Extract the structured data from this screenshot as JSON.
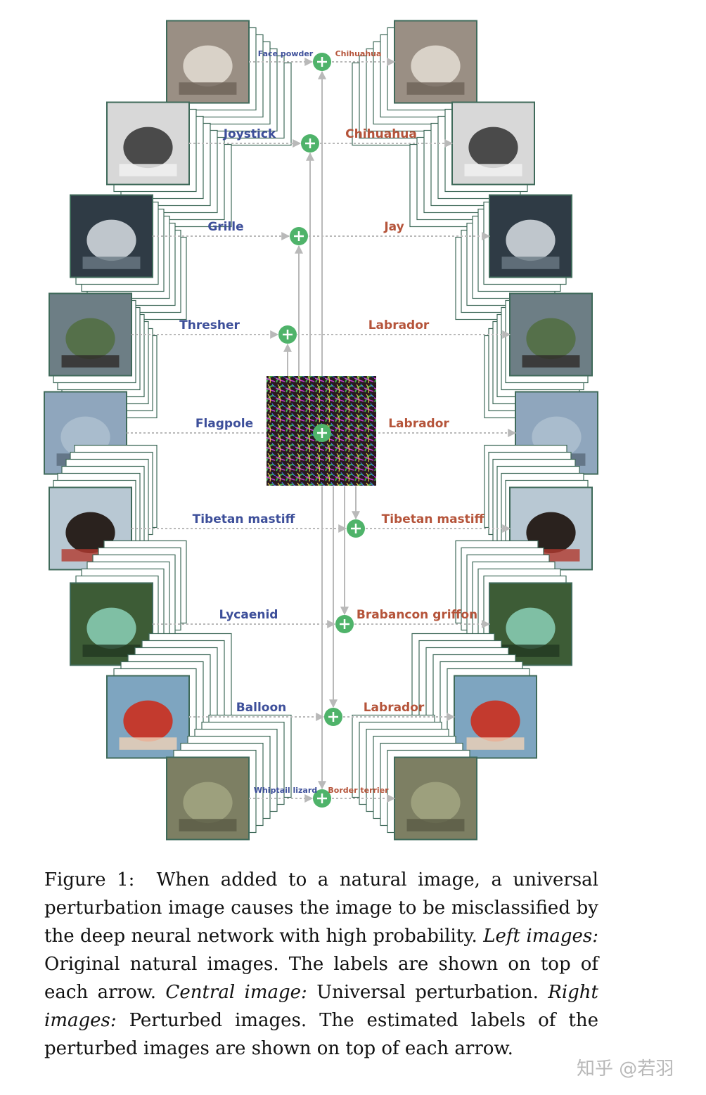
{
  "figure": {
    "rows": [
      {
        "left_label": "Face powder",
        "right_label": "Chihuahua",
        "image": "face-powder-compact"
      },
      {
        "left_label": "Joystick",
        "right_label": "Chihuahua",
        "image": "joystick"
      },
      {
        "left_label": "Grille",
        "right_label": "Jay",
        "image": "car-grille"
      },
      {
        "left_label": "Thresher",
        "right_label": "Labrador",
        "image": "steam-thresher"
      },
      {
        "left_label": "Flagpole",
        "right_label": "Labrador",
        "image": "flagpole"
      },
      {
        "left_label": "Tibetan mastiff",
        "right_label": "Tibetan mastiff",
        "image": "tibetan-mastiff"
      },
      {
        "left_label": "Lycaenid",
        "right_label": "Brabancon griffon",
        "image": "lycaenid-butterfly"
      },
      {
        "left_label": "Balloon",
        "right_label": "Labrador",
        "image": "hot-air-balloon"
      },
      {
        "left_label": "Whiptail lizard",
        "right_label": "Border terrier",
        "image": "whiptail-lizard"
      }
    ],
    "central_image": "universal-perturbation-pattern",
    "colors": {
      "left_label": "#3d4f9a",
      "right_label": "#b5543a",
      "plus_node": "#4fb36a",
      "arrow": "#b9b9b9",
      "frame": "#3f6a5a"
    }
  },
  "caption": {
    "figure_number": "Figure 1:",
    "text_1": "When added to a natural image, a universal perturbation image causes the image to be misclassified by the deep neural network with high probability.",
    "left_title": "Left images:",
    "left_text": "Original natural images. The labels are shown on top of each arrow.",
    "central_title": "Central image:",
    "central_text": "Universal perturbation.",
    "right_title": "Right images:",
    "right_text": "Perturbed images. The estimated labels of the perturbed images are shown on top of each arrow."
  },
  "watermark": "知乎 @若羽"
}
